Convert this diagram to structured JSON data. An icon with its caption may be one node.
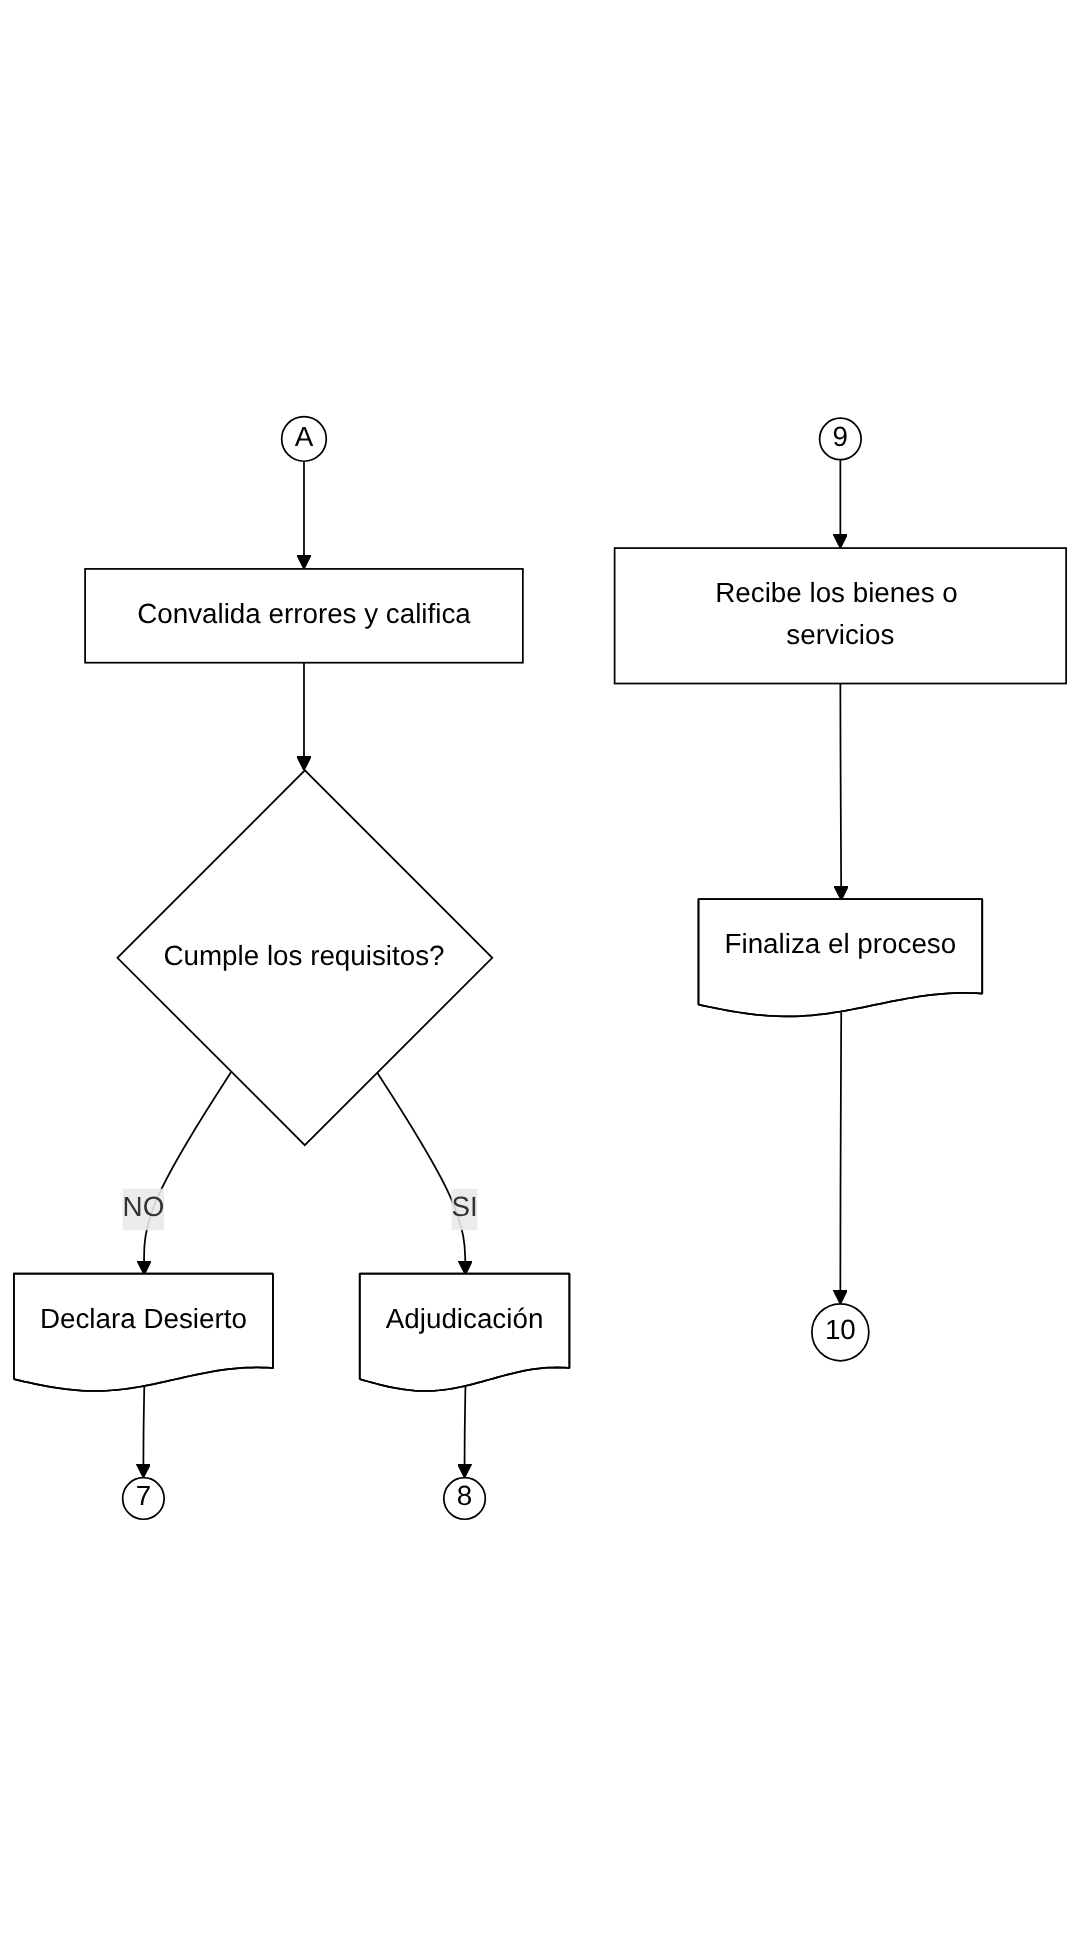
{
  "diagram": {
    "nodes": [
      {
        "text": [
          "A"
        ]
      },
      {
        "text": [
          "Convalida errores y califica"
        ]
      },
      {
        "text": [
          "Cumple los requisitos?"
        ]
      },
      {
        "text": [
          "Declara Desierto"
        ]
      },
      {
        "text": [
          "7"
        ]
      },
      {
        "text": [
          "Adjudicación"
        ]
      },
      {
        "text": [
          "8"
        ]
      },
      {
        "text": [
          "9"
        ]
      },
      {
        "text": [
          "Recibe los bienes o servicios"
        ]
      },
      {
        "text": [
          "Finaliza el proceso"
        ]
      },
      {
        "text": [
          "10"
        ]
      }
    ],
    "edges": [
      {
        "from": 0,
        "to": 1,
        "arrow": "to"
      },
      {
        "from": 1,
        "to": 2,
        "arrow": "to"
      },
      {
        "from": 2,
        "to": 3,
        "arrow": "to",
        "label": "NO"
      },
      {
        "from": 3,
        "to": 4,
        "arrow": "to"
      },
      {
        "from": 2,
        "to": 5,
        "arrow": "to",
        "label": "SI"
      },
      {
        "from": 5,
        "to": 6,
        "arrow": "to"
      },
      {
        "from": 7,
        "to": 8,
        "arrow": "to"
      },
      {
        "from": 8,
        "to": 9,
        "arrow": "to"
      },
      {
        "from": 9,
        "to": 10,
        "arrow": "to"
      }
    ]
  }
}
